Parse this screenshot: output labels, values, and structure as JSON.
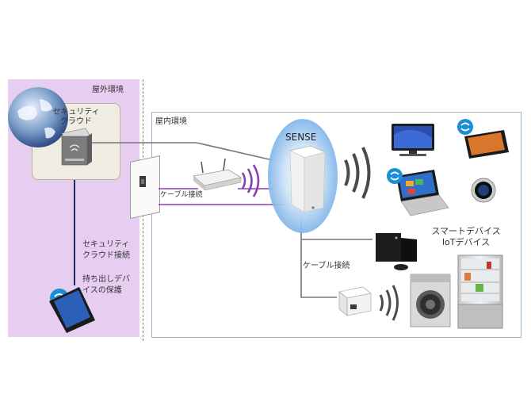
{
  "zones": {
    "outdoor": {
      "label": "屋外環境"
    },
    "indoor": {
      "label": "屋内環境"
    }
  },
  "cloud": {
    "label": "セキュリティ\nクラウド"
  },
  "sense": {
    "label": "SENSE"
  },
  "labels": {
    "cable_left": "ケーブル接続",
    "cable_right": "ケーブル接続",
    "cloud_connection": "セキュリティ\nクラウド接続",
    "device_protection": "持ち出しデバ\nイスの保護",
    "smart_devices": "スマートデバイス\nIoTデバイス"
  },
  "colors": {
    "outdoor_bg": "#e7cdf0",
    "cable_purple": "#8a3fb0",
    "sense_glow": "#7fb3e8",
    "shield_blue": "#1b8fd6",
    "line_gray": "#777777",
    "line_navy": "#1d2a66"
  },
  "icons": [
    "globe-icon",
    "server-icon",
    "wall-socket-icon",
    "router-icon",
    "sense-router-icon",
    "tv-icon",
    "tablet-icon",
    "laptop-icon",
    "thermostat-icon",
    "game-console-icon",
    "washing-machine-icon",
    "refrigerator-icon",
    "plug-device-icon",
    "smartphone-icon",
    "shield-badge-icon",
    "wifi-waves-icon"
  ]
}
